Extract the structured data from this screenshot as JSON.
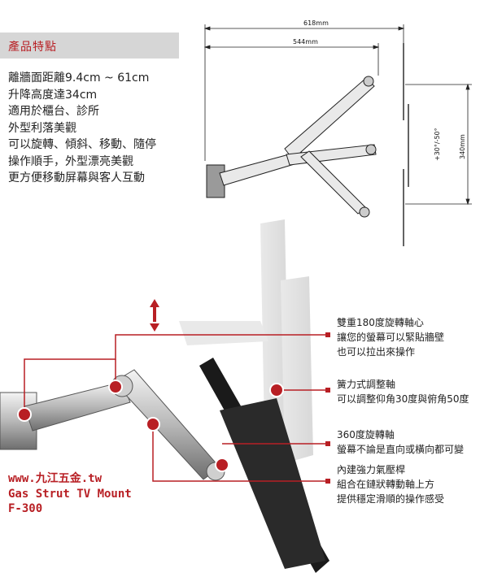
{
  "features": {
    "title": "產品特點",
    "items": [
      "離牆面距離9.4cm ~ 61cm",
      "升降高度達34cm",
      "適用於櫃台、診所",
      "外型利落美觀",
      "可以旋轉、傾斜、移動、隨停",
      "操作順手，外型漂亮美觀",
      "更方便移動屏幕與客人互動"
    ]
  },
  "diagram": {
    "dim_total": "618mm",
    "dim_arm": "544mm",
    "dim_height": "340mm",
    "tilt": "+30°/-50°"
  },
  "annotations": [
    {
      "title": "雙重180度旋轉軸心",
      "lines": [
        "讓您的螢幕可以緊貼牆壁",
        "也可以拉出來操作"
      ]
    },
    {
      "title": "簧力式調整軸",
      "lines": [
        "可以調整仰角30度與俯角50度"
      ]
    },
    {
      "title": "360度旋轉軸",
      "lines": [
        "螢幕不論是直向或橫向都可變"
      ]
    },
    {
      "title": "內建強力氣壓桿",
      "lines": [
        "組合在鏈狀轉動軸上方",
        "提供穩定滑順的操作感受"
      ]
    }
  ],
  "store": {
    "url": "www.九江五金.tw",
    "product": "Gas Strut TV Mount",
    "model": "F-300"
  },
  "colors": {
    "accent": "#b81f24",
    "header_bg": "#d6d6d6"
  }
}
